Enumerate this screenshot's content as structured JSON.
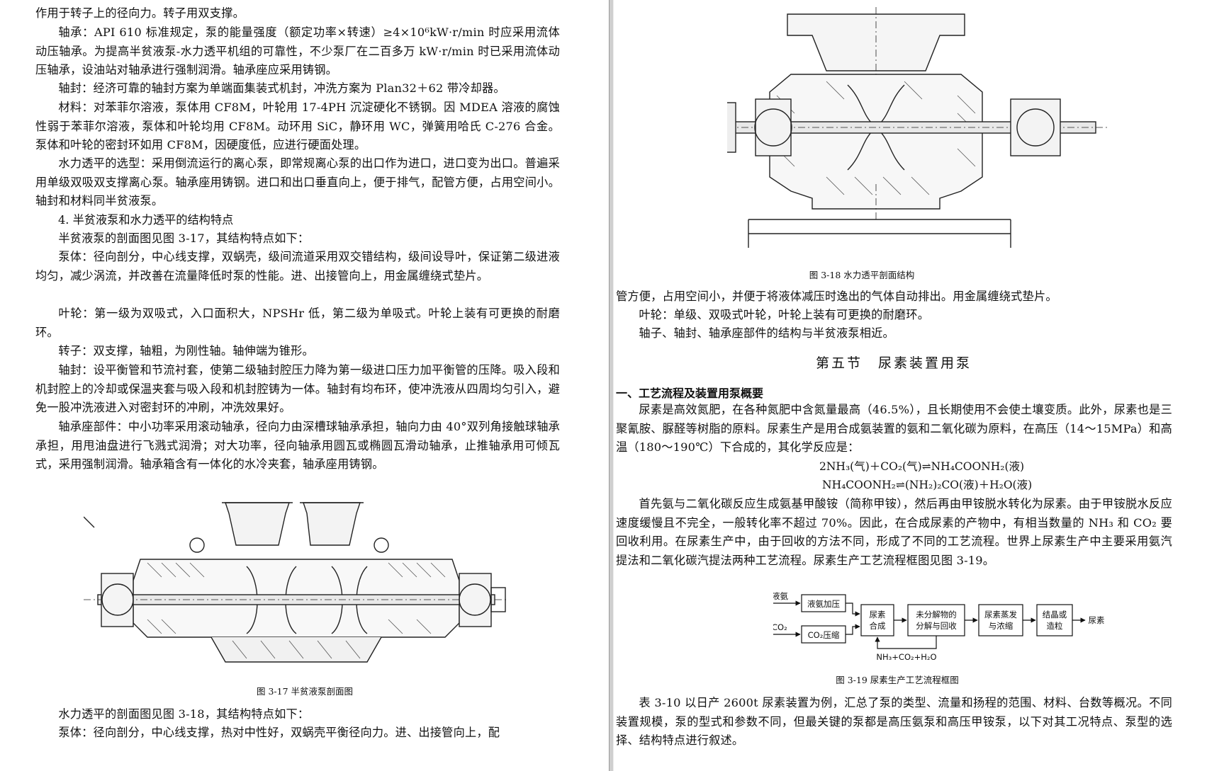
{
  "left": {
    "p0": "作用于转子上的径向力。转子用双支撑。",
    "p1": "轴承：API 610 标准规定，泵的能量强度（额定功率×转速）≥4×10⁶kW·r/min 时应采用流体动压轴承。为提高半贫液泵-水力透平机组的可靠性，不少泵厂在二百多万 kW·r/min 时已采用流体动压轴承，设油站对轴承进行强制润滑。轴承座应采用铸钢。",
    "p2": "轴封：经济可靠的轴封方案为单端面集装式机封，冲洗方案为 Plan32＋62 带冷却器。",
    "p3": "材料：对苯菲尔溶液，泵体用 CF8M，叶轮用 17-4PH 沉淀硬化不锈钢。因 MDEA 溶液的腐蚀性弱于苯菲尔溶液，泵体和叶轮均用 CF8M。动环用 SiC，静环用 WC，弹簧用哈氏 C-276 合金。泵体和叶轮的密封环如用 CF8M，因硬度低，应进行硬面处理。",
    "p4": "水力透平的选型：采用倒流运行的离心泵，即常规离心泵的出口作为进口，进口变为出口。普遍采用单级双吸双支撑离心泵。轴承座用铸钢。进口和出口垂直向上，便于排气，配管方便，占用空间小。轴封和材料同半贫液泵。",
    "h4": "4. 半贫液泵和水力透平的结构特点",
    "p5": "半贫液泵的剖面图见图 3-17，其结构特点如下：",
    "p6": "泵体：径向剖分，中心线支撑，双蜗壳，级间流道采用双交错结构，级间设导叶，保证第二级进液均匀，减少涡流，并改善在流量降低时泵的性能。进、出接管向上，用金属缠绕式垫片。",
    "p7": "叶轮：第一级为双吸式，入口面积大，NPSHr 低，第二级为单吸式。叶轮上装有可更换的耐磨环。",
    "p8": "转子：双支撑，轴粗，为刚性轴。轴伸端为锥形。",
    "p9": "轴封：设平衡管和节流衬套，使第二级轴封腔压力降为第一级进口压力加平衡管的压降。吸入段和机封腔上的冷却或保温夹套与吸入段和机封腔铸为一体。轴封有均布环，使冲洗液从四周均匀引入，避免一股冲洗液进入对密封环的冲刷，冲洗效果好。",
    "p10": "轴承座部件：中小功率采用滚动轴承，径向力由深槽球轴承承担，轴向力由 40°双列角接触球轴承承担，用甩油盘进行飞溅式润滑；对大功率，径向轴承用圆瓦或椭圆瓦滑动轴承，止推轴承用可倾瓦式，采用强制润滑。轴承箱含有一体化的水冷夹套，轴承座用铸钢。",
    "fig17_caption": "图 3-17   半贫液泵剖面图",
    "p11": "水力透平的剖面图见图 3-18，其结构特点如下：",
    "p12": "泵体：径向剖分，中心线支撑，热对中性好，双蜗壳平衡径向力。进、出接管向上，配"
  },
  "right": {
    "fig18_caption": "图 3-18   水力透平剖面结构",
    "p1": "管方便，占用空间小，并便于将液体减压时逸出的气体自动排出。用金属缠绕式垫片。",
    "p2": "叶轮：单级、双吸式叶轮，叶轮上装有可更换的耐磨环。",
    "p3": "轴子、轴封、轴承座部件的结构与半贫液泵相近。",
    "section_title": "第五节　尿素装置用泵",
    "sub_heading": "一、工艺流程及装置用泵概要",
    "p4": "尿素是高效氮肥，在各种氮肥中含氮量最高（46.5%），且长期使用不会使土壤变质。此外，尿素也是三聚氰胺、脲醛等树脂的原料。尿素生产是用合成氨装置的氨和二氧化碳为原料，在高压（14～15MPa）和高温（180～190℃）下合成的，其化学反应是：",
    "eq1": "2NH₃(气)＋CO₂(气)⇌NH₄COONH₂(液)",
    "eq2": "NH₄COONH₂⇌(NH₂)₂CO(液)＋H₂O(液)",
    "p5": "首先氨与二氧化碳反应生成氨基甲酸铵（简称甲铵），然后再由甲铵脱水转化为尿素。由于甲铵脱水反应速度缓慢且不完全，一般转化率不超过 70%。因此，在合成尿素的产物中，有相当数量的 NH₃ 和 CO₂ 要回收利用。在尿素生产中，由于回收的方法不同，形成了不同的工艺流程。世界上尿素生产中主要采用氨汽提法和二氧化碳汽提法两种工艺流程。尿素生产工艺流程框图见图 3-19。",
    "flow": {
      "in_ammonia": "液氨",
      "in_co2": "CO₂",
      "box_ammonia_pump": "液氨加压",
      "box_co2_comp": "CO₂压缩",
      "box_synth_1": "尿素",
      "box_synth_2": "合成",
      "box_decomp_1": "未分解物的",
      "box_decomp_2": "分解与回收",
      "box_evap_1": "尿素蒸发",
      "box_evap_2": "与浓缩",
      "box_cryst_1": "结晶或",
      "box_cryst_2": "造粒",
      "out_urea": "尿素",
      "recycle": "NH₃+CO₂+H₂O"
    },
    "fig19_caption": "图 3-19   尿素生产工艺流程框图",
    "p6": "表 3-10 以日产 2600t 尿素装置为例，汇总了泵的类型、流量和扬程的范围、材料、台数等概况。不同装置规模，泵的型式和参数不同，但最关键的泵都是高压氨泵和高压甲铵泵，以下对其工况特点、泵型的选择、结构特点进行叙述。"
  }
}
